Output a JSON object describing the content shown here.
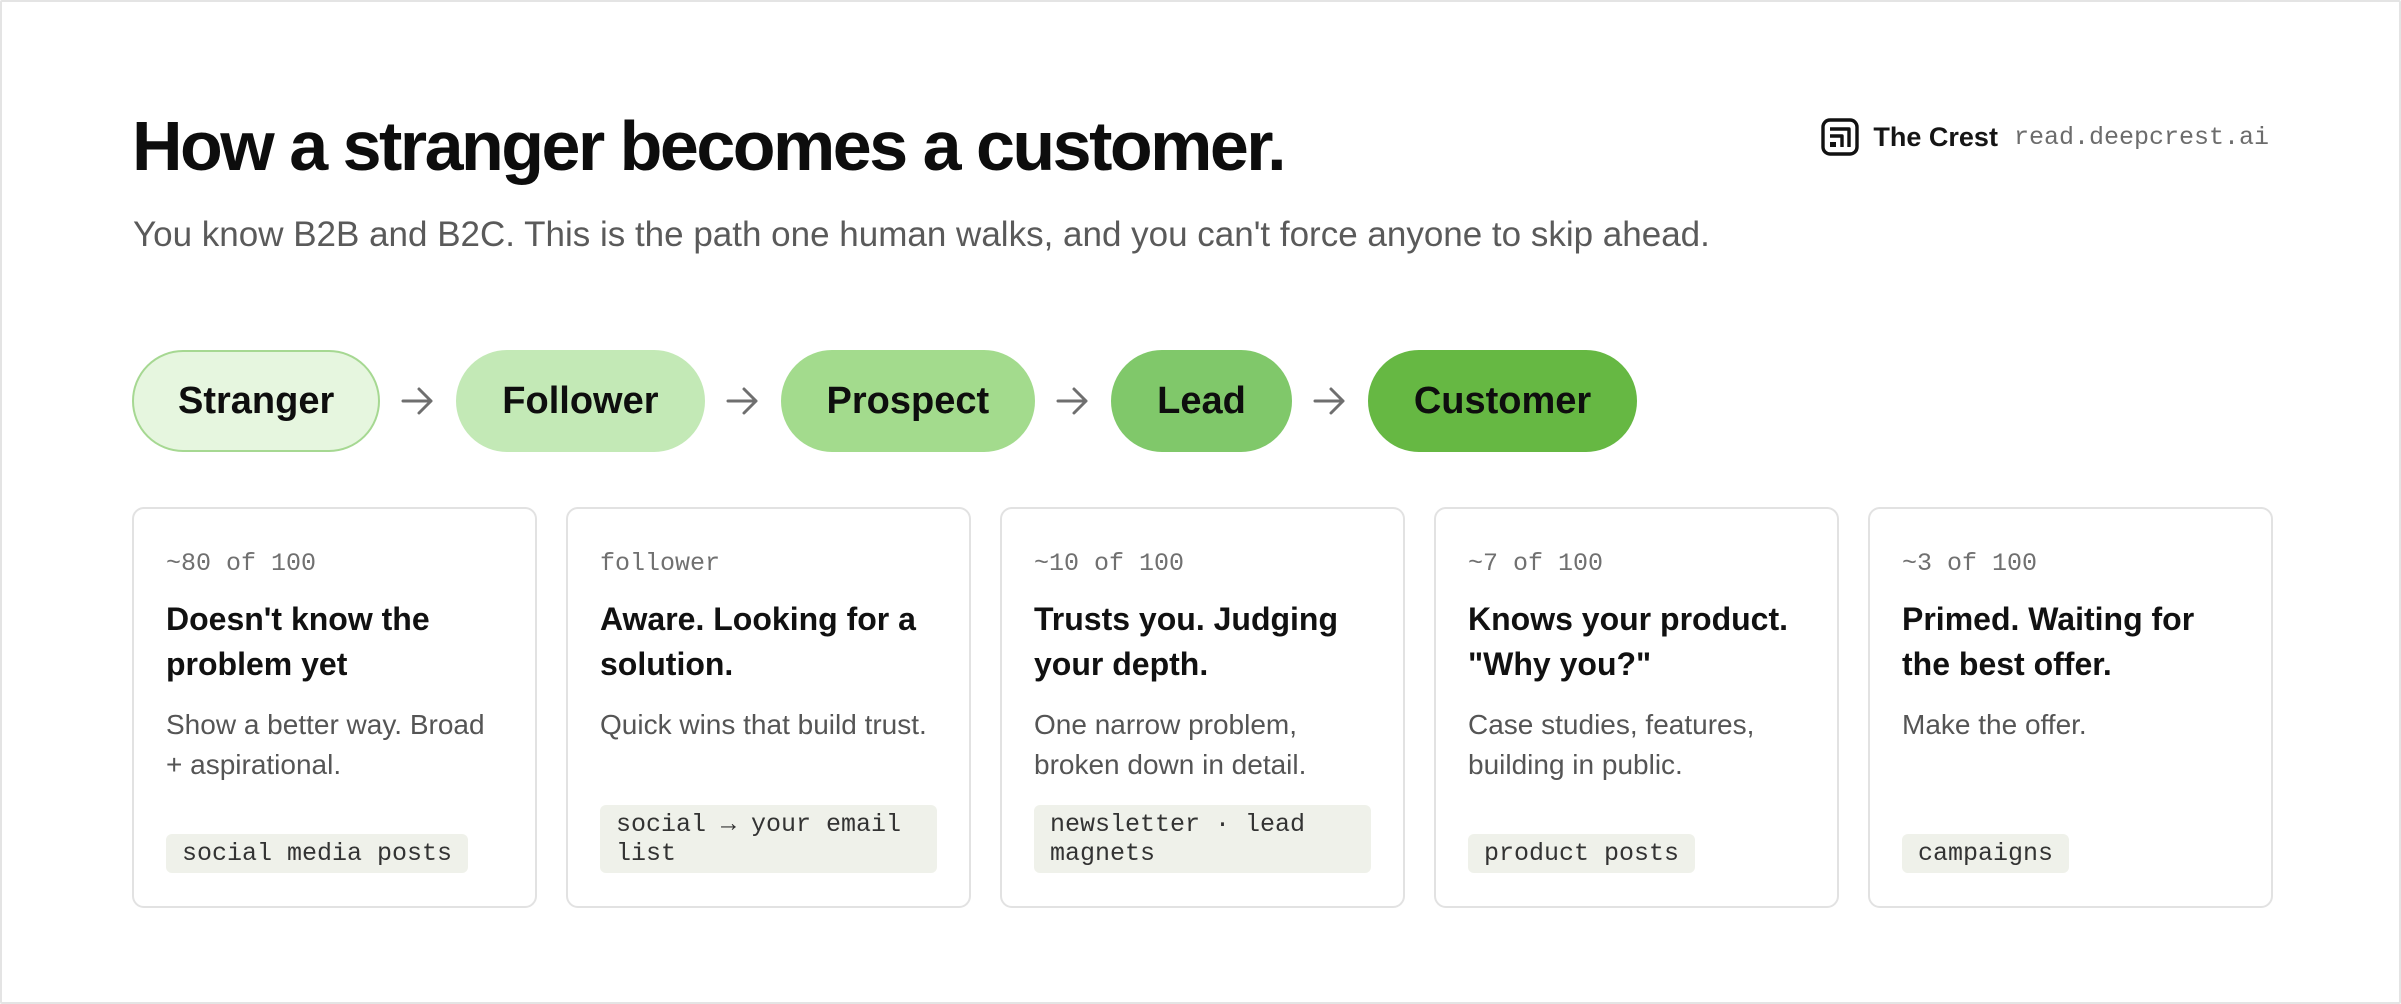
{
  "header": {
    "title": "How a stranger becomes a customer.",
    "subtitle": "You know B2B and B2C. This is the path one human walks, and you can't force anyone to skip ahead."
  },
  "brand": {
    "icon": "crest-logo-icon",
    "name": "The Crest",
    "url": "read.deepcrest.ai"
  },
  "stages": [
    {
      "label": "Stranger",
      "bg": "#e6f6df",
      "border": "#a6d892"
    },
    {
      "label": "Follower",
      "bg": "#c3e9b6",
      "border": "#c3e9b6"
    },
    {
      "label": "Prospect",
      "bg": "#a3db8d",
      "border": "#a3db8d"
    },
    {
      "label": "Lead",
      "bg": "#80c86a",
      "border": "#80c86a"
    },
    {
      "label": "Customer",
      "bg": "#66b843",
      "border": "#66b843"
    }
  ],
  "arrow_icon": "arrow-right-icon",
  "cards": [
    {
      "count": "~80 of 100",
      "heading": "Doesn't know the problem yet",
      "body": "Show a better way. Broad + aspirational.",
      "tag": "social media posts"
    },
    {
      "count": "follower",
      "heading": "Aware. Looking for a solution.",
      "body": "Quick wins that build trust.",
      "tag": "social → your email list"
    },
    {
      "count": "~10 of 100",
      "heading": "Trusts you. Judging your depth.",
      "body": "One narrow problem, broken down in detail.",
      "tag": "newsletter · lead magnets"
    },
    {
      "count": "~7 of 100",
      "heading": "Knows your product. \"Why you?\"",
      "body": "Case studies, features, building in public.",
      "tag": "product posts"
    },
    {
      "count": "~3 of 100",
      "heading": "Primed. Waiting for the best offer.",
      "body": "Make the offer.",
      "tag": "campaigns"
    }
  ],
  "colors": {
    "text": "#111111",
    "muted": "#5a5a5a",
    "tag_bg": "#eff1ea",
    "card_border": "#e2e2e2",
    "arrow": "#6f6f6f"
  }
}
